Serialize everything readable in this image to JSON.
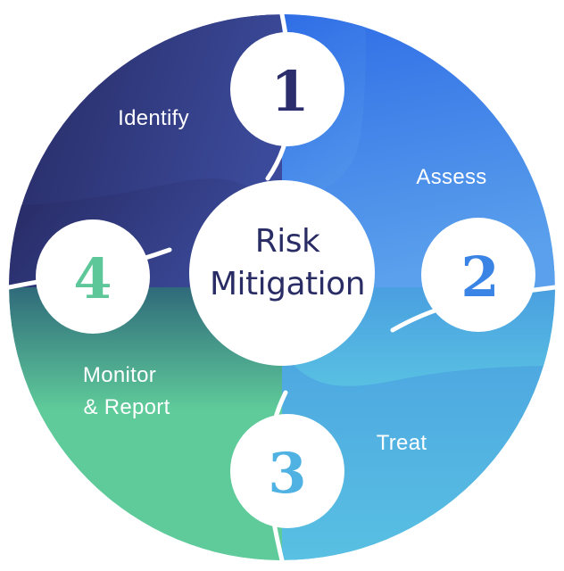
{
  "diagram": {
    "center_title": [
      "Risk",
      "Mitigation"
    ],
    "stages": [
      {
        "key": "identify",
        "label": [
          "Identify"
        ],
        "number": "1",
        "color": "#2b2d6c",
        "number_color": "#2b2d6c"
      },
      {
        "key": "assess",
        "label": [
          "Assess"
        ],
        "number": "2",
        "color": "#3a84e6",
        "number_color": "#3a84e6"
      },
      {
        "key": "treat",
        "label": [
          "Treat"
        ],
        "number": "3",
        "color": "#4fb2e2",
        "number_color": "#4fb2e2"
      },
      {
        "key": "monitor",
        "label": [
          "Monitor",
          "& Report"
        ],
        "number": "4",
        "color": "#5ec79a",
        "number_color": "#5ec79a"
      }
    ],
    "gradient_colors": {
      "identify_dark": "#272a63",
      "identify_light": "#3b4a9a",
      "assess_top": "#2f6de6",
      "assess_bottom": "#5aa0ec",
      "treat_top": "#4a9fe0",
      "treat_bottom": "#58c0e2",
      "monitor_top": "#2f6a7a",
      "monitor_bottom": "#5fcb9a"
    }
  }
}
